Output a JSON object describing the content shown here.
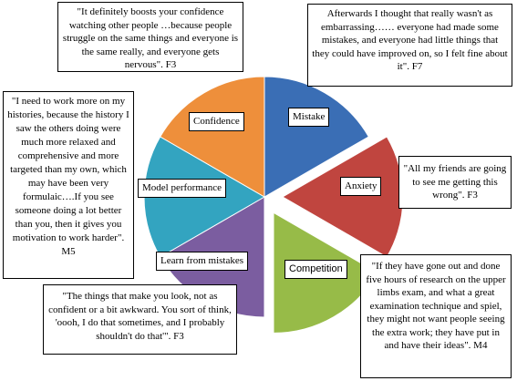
{
  "colors": {
    "mistake": "#3A6EB5",
    "anxiety": "#C0453F",
    "competition": "#97BB48",
    "learn_from_mistakes": "#7B5DA0",
    "model_performance": "#33A4C0",
    "confidence": "#EE8F3B",
    "outline": "#000000",
    "box_bg": "#ffffff"
  },
  "diagram": {
    "type": "pie",
    "segments": [
      {
        "key": "mistake",
        "label": "Mistake",
        "value": 1
      },
      {
        "key": "anxiety",
        "label": "Anxiety",
        "value": 1,
        "exploded": true
      },
      {
        "key": "competition",
        "label": "Competition",
        "value": 1,
        "exploded": true
      },
      {
        "key": "learn_from_mistakes",
        "label": "Learn from mistakes",
        "value": 1
      },
      {
        "key": "model_performance",
        "label": "Model performance",
        "value": 1
      },
      {
        "key": "confidence",
        "label": "Confidence",
        "value": 1
      }
    ]
  },
  "quotes": {
    "confidence": "\"It definitely boosts your confidence watching other people …because people struggle on the same things and everyone is the same really, and everyone gets nervous\". F3",
    "mistake": "Afterwards I thought that really wasn't as embarrassing…… everyone had made some mistakes, and everyone had little things that they could have improved on, so I felt fine about it\". F7",
    "model_performance": "\"I need to work more on my histories, because the history I saw the others doing were much more relaxed and comprehensive and more targeted than my own, which may have been very formulaic….If you see someone doing a lot better than you, then it gives you motivation to work harder\". M5",
    "anxiety": "\"All my friends are going to see me getting this wrong\". F3",
    "learn_from_mistakes": "\"The things that make you look, not as confident or a bit awkward. You sort of think, 'oooh, I do that sometimes, and I probably shouldn't do that'\". F3",
    "competition": "\"If they have gone out and done five hours of research on the upper limbs exam, and what a great examination technique and spiel, they might not want people seeing the extra work; they have put in and have their ideas\". M4"
  }
}
